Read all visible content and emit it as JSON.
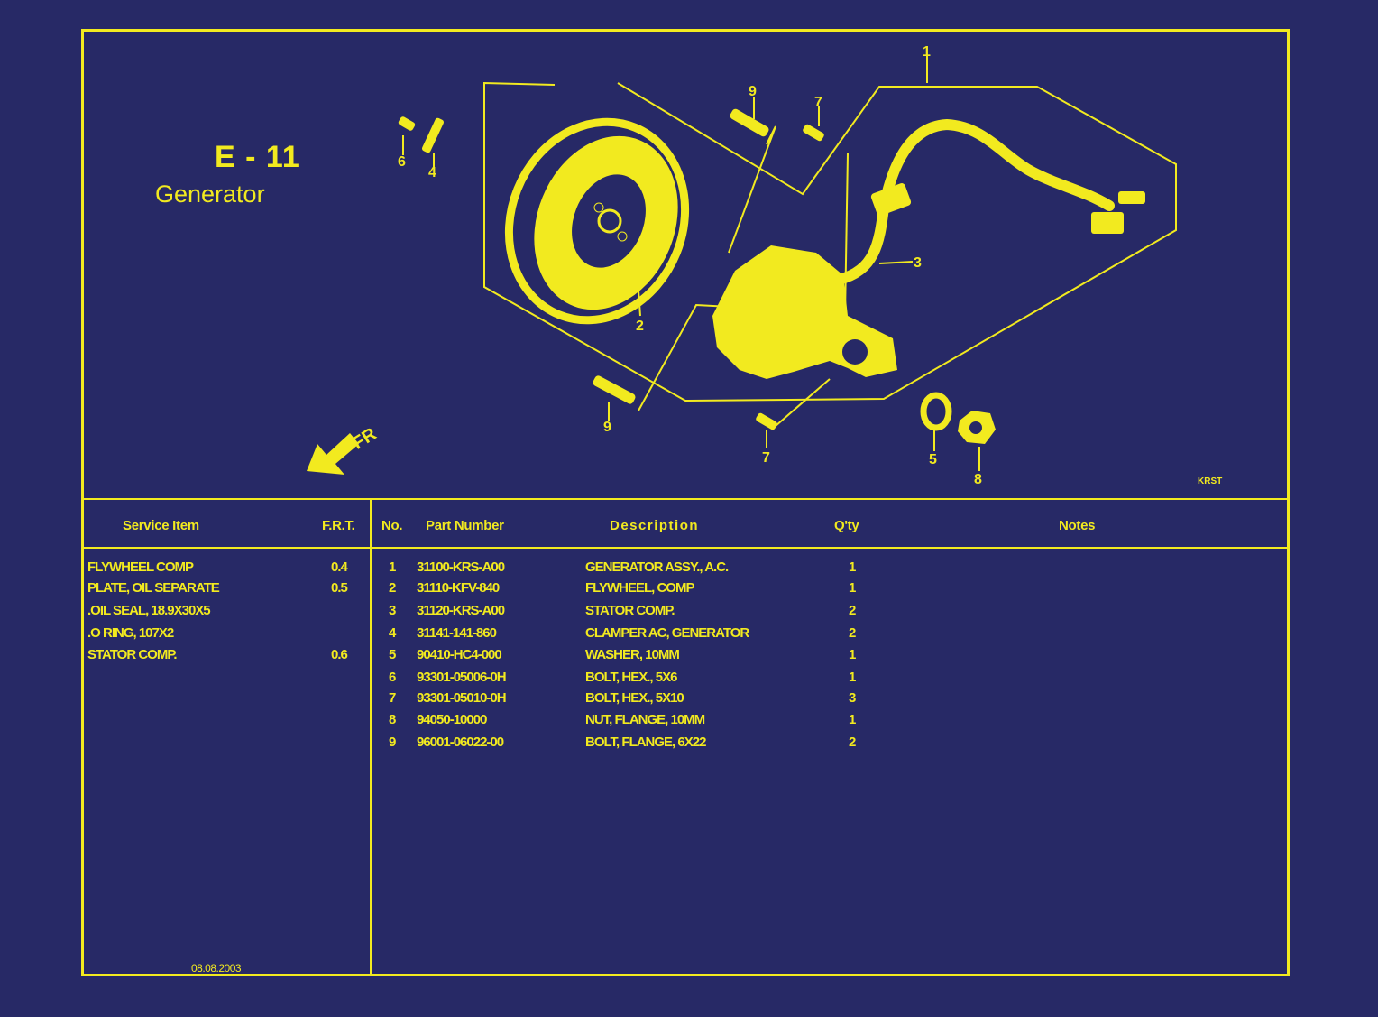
{
  "page": {
    "code": "E - 11",
    "title": "Generator",
    "ref_code": "KRST",
    "date": "08.08.2003"
  },
  "diagram": {
    "fr_label": "FR",
    "callouts": [
      "1",
      "2",
      "3",
      "4",
      "5",
      "6",
      "7",
      "7",
      "8",
      "9",
      "9"
    ]
  },
  "table": {
    "headers": {
      "service_item": "Service Item",
      "frt": "F.R.T.",
      "no": "No.",
      "part_number": "Part Number",
      "description": "Description",
      "qty": "Q'ty",
      "notes": "Notes"
    },
    "service_items": [
      {
        "name": "FLYWHEEL COMP",
        "frt": "0.4"
      },
      {
        "name": "PLATE, OIL SEPARATE",
        "frt": "0.5"
      },
      {
        "name": ".OIL SEAL, 18.9X30X5",
        "frt": ""
      },
      {
        "name": ".O RING, 107X2",
        "frt": ""
      },
      {
        "name": "STATOR COMP.",
        "frt": "0.6"
      }
    ],
    "parts": [
      {
        "no": "1",
        "part_number": "31100-KRS-A00",
        "description": "GENERATOR ASSY., A.C.",
        "qty": "1"
      },
      {
        "no": "2",
        "part_number": "31110-KFV-840",
        "description": "FLYWHEEL, COMP",
        "qty": "1"
      },
      {
        "no": "3",
        "part_number": "31120-KRS-A00",
        "description": "STATOR COMP.",
        "qty": "2"
      },
      {
        "no": "4",
        "part_number": "31141-141-860",
        "description": "CLAMPER AC, GENERATOR",
        "qty": "2"
      },
      {
        "no": "5",
        "part_number": "90410-HC4-000",
        "description": "WASHER, 10MM",
        "qty": "1"
      },
      {
        "no": "6",
        "part_number": "93301-05006-0H",
        "description": "BOLT, HEX., 5X6",
        "qty": "1"
      },
      {
        "no": "7",
        "part_number": "93301-05010-0H",
        "description": "BOLT, HEX., 5X10",
        "qty": "3"
      },
      {
        "no": "8",
        "part_number": "94050-10000",
        "description": "NUT, FLANGE, 10MM",
        "qty": "1"
      },
      {
        "no": "9",
        "part_number": "96001-06022-00",
        "description": "BOLT, FLANGE, 6X22",
        "qty": "2"
      }
    ]
  },
  "colors": {
    "background": "#272966",
    "ink": "#f2ea1f"
  }
}
